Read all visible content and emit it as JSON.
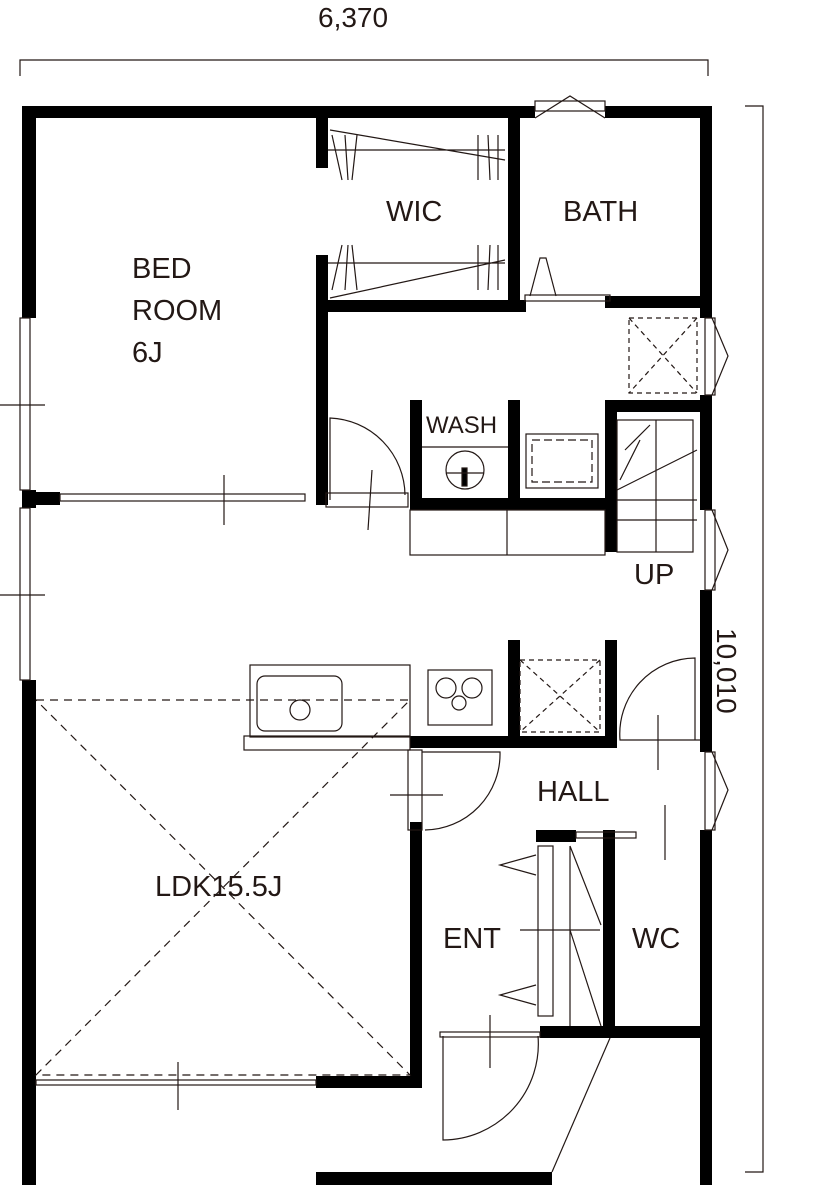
{
  "dimensions": {
    "width": "6,370",
    "depth": "10,010"
  },
  "rooms": {
    "bedroom": [
      "BED",
      "ROOM",
      "6J"
    ],
    "wic": "WIC",
    "bath": "BATH",
    "wash": "WASH",
    "stairs": "UP",
    "hall": "HALL",
    "ldk": "LDK15.5J",
    "entrance": "ENT",
    "wc": "WC"
  },
  "colors": {
    "wall": "#000000",
    "text": "#231815"
  }
}
